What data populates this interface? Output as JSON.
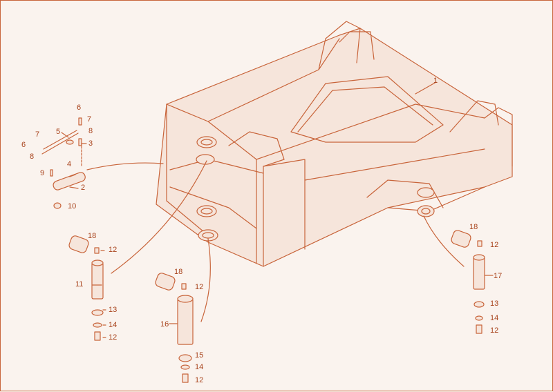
{
  "figure": {
    "callouts": {
      "c1": "1",
      "c2": "2",
      "c3": "3",
      "c4": "4",
      "c5": "5",
      "c6a": "6",
      "c6b": "6",
      "c7a": "7",
      "c7b": "7",
      "c8a": "8",
      "c8b": "8",
      "c9": "9",
      "c10": "10",
      "c11": "11",
      "c12a": "12",
      "c12b": "12",
      "c12c": "12",
      "c12d": "12",
      "c12e": "12",
      "c12f": "12",
      "c13a": "13",
      "c13b": "13",
      "c14a": "14",
      "c14b": "14",
      "c14c": "14",
      "c15": "15",
      "c16": "16",
      "c17": "17",
      "c18a": "18",
      "c18b": "18",
      "c18c": "18"
    },
    "colors": {
      "line": "#c8643a",
      "background": "#faf3ee",
      "text": "#a8431c"
    }
  }
}
